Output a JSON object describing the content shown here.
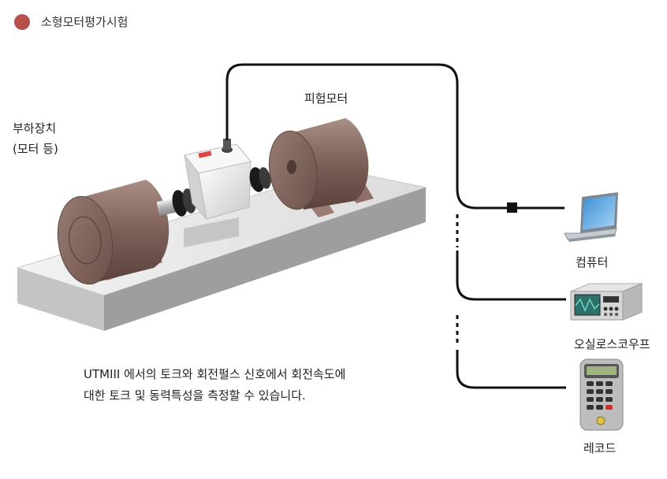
{
  "header": {
    "title": "소형모터평가시험"
  },
  "labels": {
    "load_device_line1": "부하장치",
    "load_device_line2": "(모터 등)",
    "test_motor": "피험모터",
    "computer": "컴퓨터",
    "oscilloscope": "오실로스코우프",
    "recorder": "레코드"
  },
  "description": {
    "line1": "UTMIII 에서의 토크와 회전펄스 신호에서 회전속도에",
    "line2": "대한 토크 및 동력특성을 측정할 수 있습니다."
  },
  "colors": {
    "title_dot": "#b5504d",
    "motor_body": "#8a6b62",
    "cable": "#111111",
    "base": "#e4e4e4"
  }
}
